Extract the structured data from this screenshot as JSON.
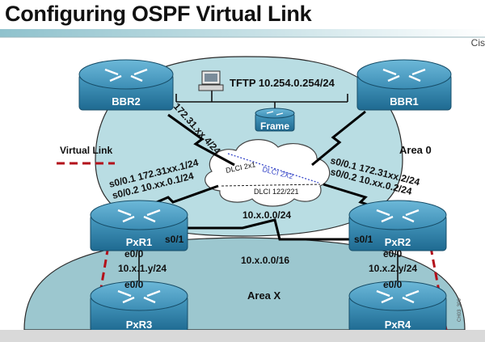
{
  "header": {
    "title": "Configuring OSPF Virtual Link",
    "brand": "Cis"
  },
  "routers": {
    "bbr2": "BBR2",
    "bbr1": "BBR1",
    "frame": "Frame",
    "pxr1": "PxR1",
    "pxr2": "PxR2",
    "pxr3": "PxR3",
    "pxr4": "PxR4"
  },
  "labels": {
    "tftp": "TFTP 10.254.0.254/24",
    "area0": "Area 0",
    "areax": "Area X",
    "virtual_link": "Virtual Link",
    "bbr2_link": "172.31.xx.4/24",
    "left_s01": "s0/0.1 172.31xx.1/24",
    "left_s02": "s0/0.2 10.xx.0.1/24",
    "right_s01": "s0/0.1 172.31xx.2/24",
    "right_s02": "s0/0.2 10.xx.0.2/24",
    "dlci_2x2": "DLCI 2X2",
    "dlci_2x1": "DLCI 2x1",
    "dlci_122": "DLCI 122/221",
    "serial_net": "10.x.0.0/24",
    "summary_net": "10.x.0.0/16",
    "pxr1_s01": "s0/1",
    "pxr2_s01": "s0/1",
    "pxr1_e00": "e0/0",
    "pxr2_e00": "e0/0",
    "pxr3_e00": "e0/0",
    "pxr4_e00": "e0/0",
    "lan1": "10.x.1.y/24",
    "lan2": "10.x.2.y/24",
    "watermark": "CH03_306"
  },
  "colors": {
    "router": "#2a7fa8",
    "area0": "#b9dde3",
    "areax": "#9cc7cf",
    "virtual_link": "#b3101a"
  }
}
